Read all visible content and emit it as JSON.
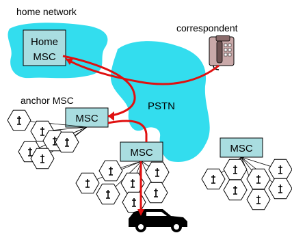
{
  "labels": {
    "home_network": "home network",
    "correspondent": "correspondent",
    "anchor_msc": "anchor MSC",
    "pstn": "PSTN"
  },
  "msc": {
    "home_line1": "Home",
    "home_line2": "MSC",
    "anchor": "MSC",
    "visited": "MSC",
    "other": "MSC"
  },
  "colors": {
    "cloud": "#33ddee",
    "msc_box": "#a9dde0",
    "route": "#e01010",
    "phone": "#c9a8a8"
  }
}
